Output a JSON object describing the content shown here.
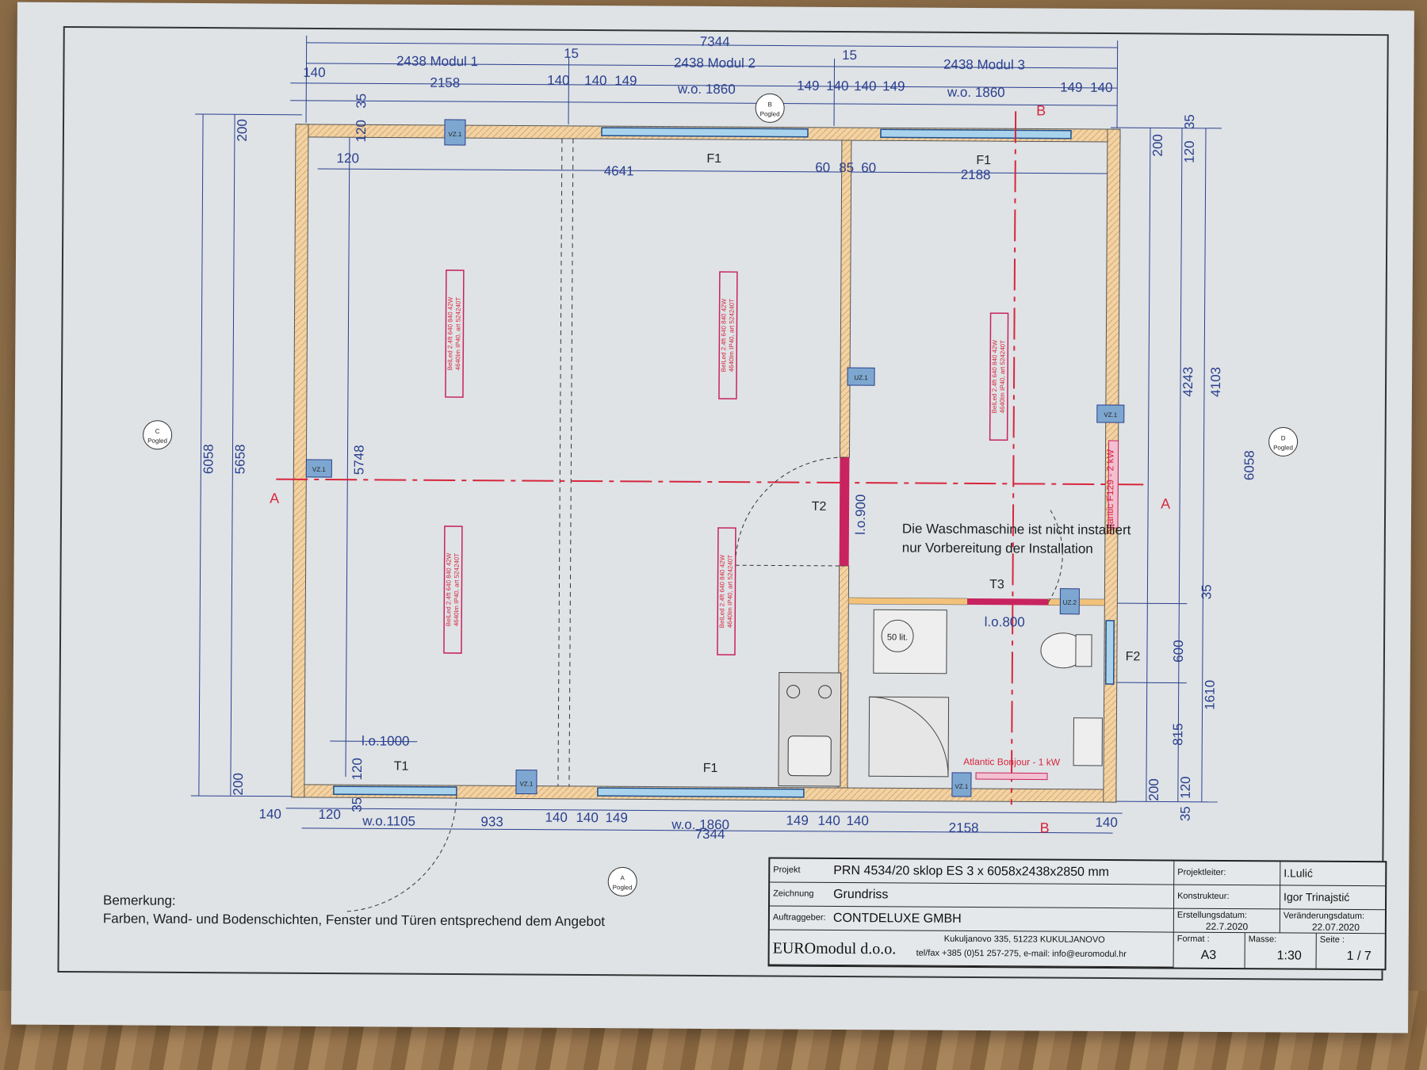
{
  "dimensions_top": {
    "total": "7344",
    "modul1": "2438 Modul 1",
    "modul2": "2438 Modul 2",
    "modul3": "2438 Modul 3",
    "gap1": "15",
    "gap2": "15",
    "d140a": "140",
    "d2158": "2158",
    "d140b": "140",
    "d140c": "140",
    "d149a": "149",
    "wo1": "w.o. 1860",
    "d149b": "149",
    "d140d": "140",
    "d140e": "140",
    "d149c": "149",
    "wo2": "w.o. 1860",
    "d149d": "149",
    "d140f": "140",
    "d35": "35",
    "d120": "120",
    "d120b": "120",
    "d4641": "4641",
    "d60a": "60",
    "d85": "85",
    "d60b": "60",
    "d2188": "2188"
  },
  "dimensions_bottom": {
    "total": "7344",
    "d140a": "140",
    "d120": "120",
    "wo1105": "w.o.1105",
    "d933": "933",
    "d140b": "140",
    "d140c": "140",
    "d149a": "149",
    "wo1860": "w.o. 1860",
    "d149b": "149",
    "d140d": "140",
    "d140e": "140",
    "d2158": "2158",
    "d140f": "140",
    "lo1000": "l.o.1000",
    "d120b": "120",
    "d35": "35"
  },
  "dimensions_left": {
    "d200a": "200",
    "d6058": "6058",
    "d5658": "5658",
    "d5748": "5748",
    "d200b": "200"
  },
  "dimensions_right": {
    "d35a": "35",
    "d200a": "200",
    "d120a": "120",
    "d4243": "4243",
    "d4103": "4103",
    "d6058": "6058",
    "d35b": "35",
    "d600": "600",
    "d1610": "1610",
    "d815": "815",
    "d200b": "200",
    "d120b": "120",
    "d35c": "35"
  },
  "labels": {
    "F1a": "F1",
    "F1b": "F1",
    "F1c": "F1",
    "F2": "F2",
    "T1": "T1",
    "T2": "T2",
    "T3": "T3",
    "lo900": "l.o.900",
    "lo800": "l.o.800",
    "boiler": "50 lit.",
    "heater1": "Atlantic F129 - 2 kW",
    "heater2": "Atlantic Bonjour - 1 kW",
    "vz1a": "VZ.1",
    "vz1b": "VZ.1",
    "vz1c": "VZ.1",
    "vz1d": "VZ.1",
    "vz1e": "VZ.1",
    "uz1": "UZ.1",
    "uz2": "UZ.2",
    "sectionA": "A",
    "sectionA2": "A",
    "sectionB": "B",
    "sectionB2": "B",
    "viewA_letter": "A",
    "viewA_word": "Pogled",
    "viewB_letter": "B",
    "viewB_word": "Pogled",
    "viewC_letter": "C",
    "viewC_word": "Pogled",
    "viewD_letter": "D",
    "viewD_word": "Pogled",
    "lamp_line1": "BelLed 2.4ft 640 840 42W",
    "lamp_line2": "4640lm IP40, art 524240T"
  },
  "annotation": {
    "line1": "Die Waschmaschine ist nicht installiert",
    "line2": "nur Vorbereitung der Installation"
  },
  "remark": {
    "title": "Bemerkung:",
    "text": "Farben, Wand- und Bodenschichten, Fenster und Türen entsprechend dem Angebot"
  },
  "title_block": {
    "projekt_label": "Projekt",
    "projekt_value": "PRN 4534/20 sklop ES 3 x 6058x2438x2850 mm",
    "zeichnung_label": "Zeichnung",
    "zeichnung_value": "Grundriss",
    "auftraggeber_label": "Auftraggeber:",
    "auftraggeber_value": "CONTDELUXE GMBH",
    "company": "EUROmodul d.o.o.",
    "address": "Kukuljanovo 335, 51223 KUKULJANOVO",
    "contact": "tel/fax +385 (0)51 257-275, e-mail: info@euromodul.hr",
    "projektleiter_label": "Projektleiter:",
    "projektleiter_value": "I.Lulić",
    "konstrukteur_label": "Konstrukteur:",
    "konstrukteur_value": "Igor Trinajstić",
    "erstellung_label": "Erstellungsdatum:",
    "erstellung_value": "22.7.2020",
    "veraenderung_label": "Veränderungsdatum:",
    "veraenderung_value": "22.07.2020",
    "format_label": "Format :",
    "format_value": "A3",
    "masse_label": "Masse:",
    "masse_value": "1:30",
    "seite_label": "Seite :",
    "seite_value": "1 / 7"
  }
}
